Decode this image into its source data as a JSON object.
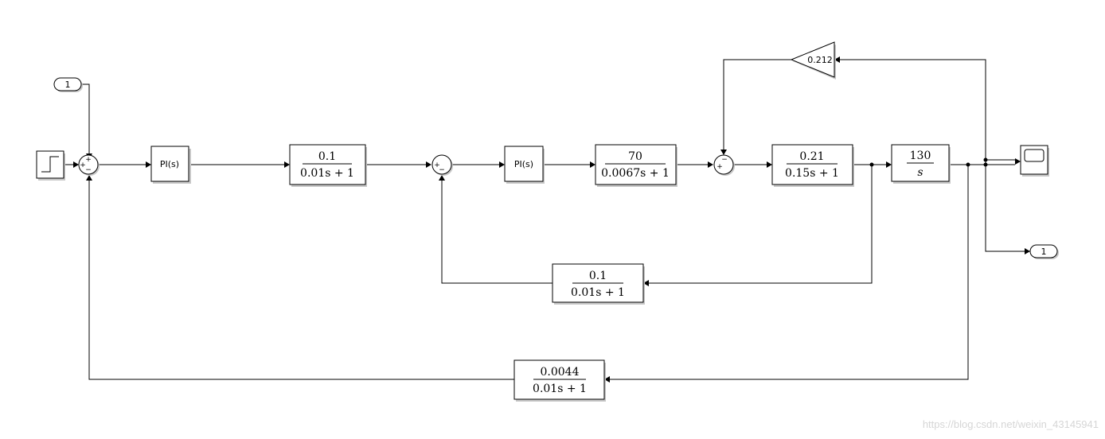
{
  "inport": {
    "label": "1"
  },
  "outport": {
    "label": "1"
  },
  "sum1": {
    "signs": [
      "+",
      "+",
      "−"
    ]
  },
  "sum2": {
    "signs": [
      "+",
      "−"
    ]
  },
  "sum3": {
    "signs": [
      "+",
      "−"
    ]
  },
  "pi1": {
    "label": "PI(s)"
  },
  "pi2": {
    "label": "PI(s)"
  },
  "tf1": {
    "num": "0.1",
    "den": "0.01s + 1"
  },
  "tf2": {
    "num": "70",
    "den": "0.0067s + 1"
  },
  "tf3": {
    "num": "0.21",
    "den": "0.15s + 1"
  },
  "integrator": {
    "num": "130",
    "den": "s"
  },
  "tf_inner_feedback": {
    "num": "0.1",
    "den": "0.01s + 1"
  },
  "tf_outer_feedback": {
    "num": "0.0044",
    "den": "0.01s + 1"
  },
  "gain": {
    "label": "0.212"
  },
  "watermark": "https://blog.csdn.net/weixin_43145941"
}
